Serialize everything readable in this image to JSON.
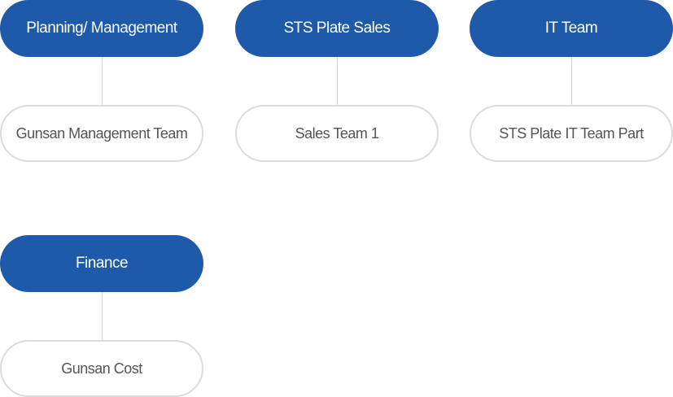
{
  "groups": [
    {
      "department": "Planning/ Management",
      "team": "Gunsan Management Team"
    },
    {
      "department": "STS Plate Sales",
      "team": "Sales Team 1"
    },
    {
      "department": "IT Team",
      "team": "STS Plate IT Team Part"
    },
    {
      "department": "Finance",
      "team": "Gunsan Cost"
    }
  ],
  "colors": {
    "department_fill": "#1f5aaa",
    "department_text": "#ffffff",
    "team_border": "#dcdcdc",
    "team_text": "#555555",
    "connector": "#d6d6d6"
  }
}
